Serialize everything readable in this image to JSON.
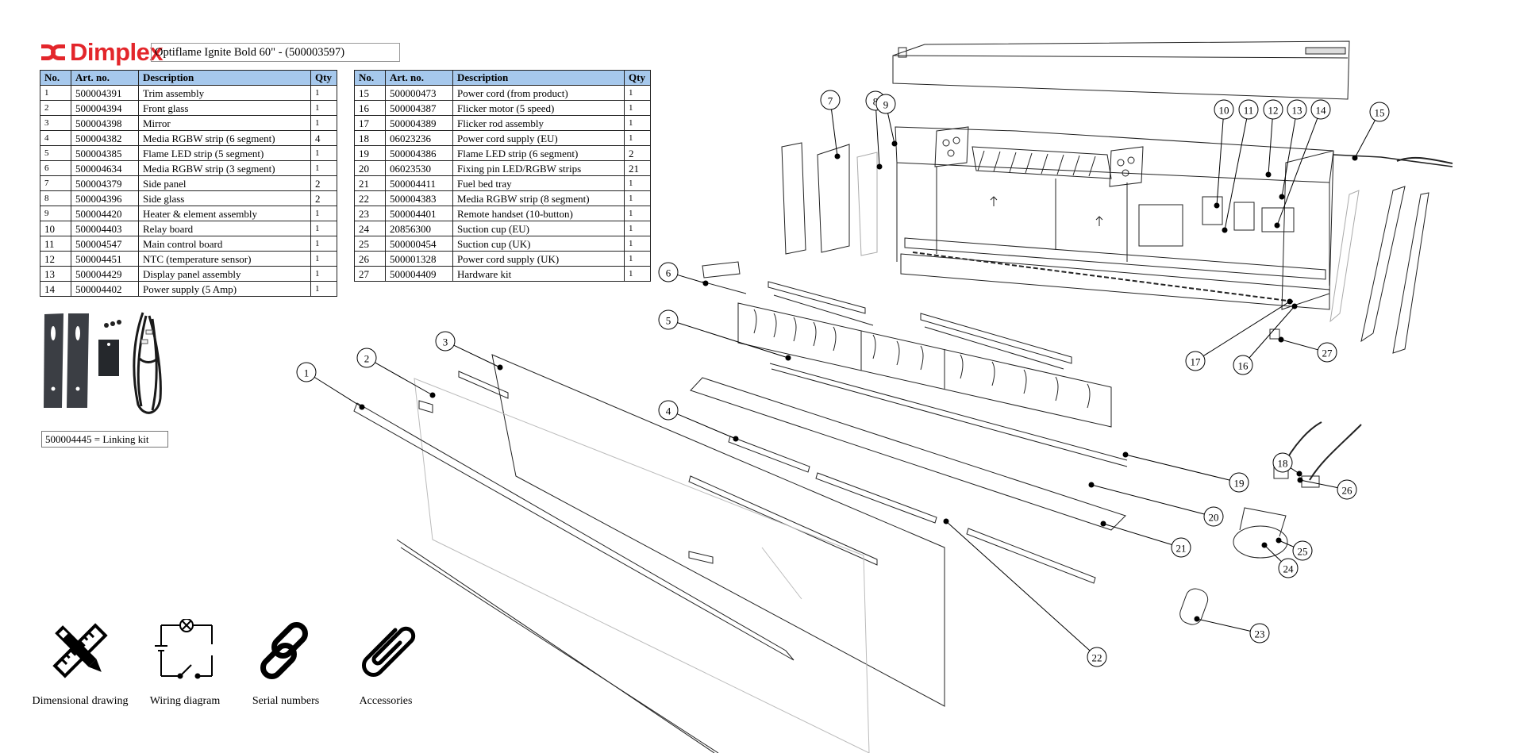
{
  "brand": {
    "name": "Dimplex",
    "color": "#e3262b"
  },
  "product_title": "Optiflame Ignite Bold 60\" - (500003597)",
  "table_headers": {
    "no": "No.",
    "art": "Art. no.",
    "desc": "Description",
    "qty": "Qty"
  },
  "table_header_color": "#a6c8ec",
  "parts_left": [
    {
      "no": "1",
      "art": "500004391",
      "desc": "Trim assembly",
      "qty": "1"
    },
    {
      "no": "2",
      "art": "500004394",
      "desc": "Front glass",
      "qty": "1"
    },
    {
      "no": "3",
      "art": "500004398",
      "desc": "Mirror",
      "qty": "1"
    },
    {
      "no": "4",
      "art": "500004382",
      "desc": "Media RGBW strip (6 segment)",
      "qty": "4"
    },
    {
      "no": "5",
      "art": "500004385",
      "desc": "Flame LED strip (5 segment)",
      "qty": "1"
    },
    {
      "no": "6",
      "art": "500004634",
      "desc": "Media RGBW strip (3 segment)",
      "qty": "1"
    },
    {
      "no": "7",
      "art": "500004379",
      "desc": "Side panel",
      "qty": "2"
    },
    {
      "no": "8",
      "art": "500004396",
      "desc": "Side glass",
      "qty": "2"
    },
    {
      "no": "9",
      "art": "500004420",
      "desc": "Heater & element assembly",
      "qty": "1"
    },
    {
      "no": "10",
      "art": "500004403",
      "desc": "Relay board",
      "qty": "1"
    },
    {
      "no": "11",
      "art": "500004547",
      "desc": "Main control board",
      "qty": "1"
    },
    {
      "no": "12",
      "art": "500004451",
      "desc": "NTC (temperature sensor)",
      "qty": "1"
    },
    {
      "no": "13",
      "art": "500004429",
      "desc": "Display panel assembly",
      "qty": "1"
    },
    {
      "no": "14",
      "art": "500004402",
      "desc": "Power supply (5 Amp)",
      "qty": "1"
    }
  ],
  "parts_right": [
    {
      "no": "15",
      "art": "500000473",
      "desc": "Power cord (from product)",
      "qty": "1"
    },
    {
      "no": "16",
      "art": "500004387",
      "desc": "Flicker motor (5 speed)",
      "qty": "1"
    },
    {
      "no": "17",
      "art": "500004389",
      "desc": "Flicker rod assembly",
      "qty": "1"
    },
    {
      "no": "18",
      "art": "06023236",
      "desc": "Power cord supply (EU)",
      "qty": "1"
    },
    {
      "no": "19",
      "art": "500004386",
      "desc": "Flame LED strip (6 segment)",
      "qty": "2"
    },
    {
      "no": "20",
      "art": "06023530",
      "desc": "Fixing pin LED/RGBW strips",
      "qty": "21"
    },
    {
      "no": "21",
      "art": "500004411",
      "desc": "Fuel bed tray",
      "qty": "1"
    },
    {
      "no": "22",
      "art": "500004383",
      "desc": "Media RGBW strip (8 segment)",
      "qty": "1"
    },
    {
      "no": "23",
      "art": "500004401",
      "desc": "Remote handset (10-button)",
      "qty": "1"
    },
    {
      "no": "24",
      "art": "20856300",
      "desc": "Suction cup (EU)",
      "qty": "1"
    },
    {
      "no": "25",
      "art": "500000454",
      "desc": "Suction cup (UK)",
      "qty": "1"
    },
    {
      "no": "26",
      "art": "500001328",
      "desc": "Power cord supply (UK)",
      "qty": "1"
    },
    {
      "no": "27",
      "art": "500004409",
      "desc": "Hardware kit",
      "qty": "1"
    }
  ],
  "linking_kit": {
    "label": "500004445 = Linking kit"
  },
  "links": [
    {
      "label": "Dimensional drawing",
      "icon": "ruler-pencil-icon"
    },
    {
      "label": "Wiring diagram",
      "icon": "circuit-icon"
    },
    {
      "label": "Serial numbers",
      "icon": "chain-link-icon"
    },
    {
      "label": "Accessories",
      "icon": "paperclip-icon"
    }
  ],
  "callouts": [
    "1",
    "2",
    "3",
    "4",
    "5",
    "6",
    "7",
    "8",
    "9",
    "10",
    "11",
    "12",
    "13",
    "14",
    "15",
    "16",
    "17",
    "18",
    "19",
    "20",
    "21",
    "22",
    "23",
    "24",
    "25",
    "26",
    "27"
  ]
}
